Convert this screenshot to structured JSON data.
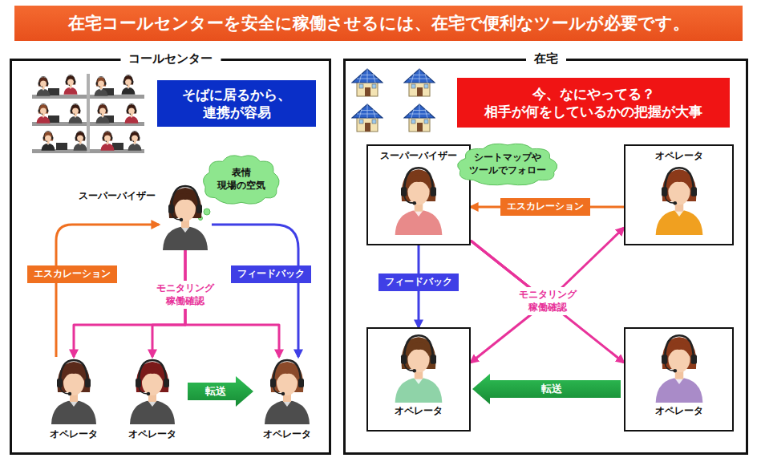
{
  "diagram": {
    "title": "在宅コールセンターを安全に稼働させるには、在宅で便利なツールが必要です。",
    "nodes": [
      {
        "text": [
          "コールセンター"
        ]
      },
      {
        "text": [
          "そばに居るから、 連携が容易"
        ],
        "in": 0
      },
      {
        "text": [
          "表情 現場の空気"
        ],
        "in": 0
      },
      {
        "text": [
          "スーパーバイザー"
        ],
        "in": 0
      },
      {
        "text": [
          "オペレータ"
        ],
        "in": 0
      },
      {
        "text": [
          "オペレータ"
        ],
        "in": 0
      },
      {
        "text": [
          "オペレータ"
        ],
        "in": 0
      },
      {
        "text": [
          "在宅"
        ]
      },
      {
        "text": [
          "今、なにやってる？ 相手が何をしているかの把握が大事"
        ],
        "in": 7
      },
      {
        "text": [
          "スーパーバイザー"
        ],
        "in": 7
      },
      {
        "text": [
          "シートマップや ツールでフォロー"
        ],
        "in": 7
      },
      {
        "text": [
          "オペレータ"
        ],
        "in": 7
      },
      {
        "text": [
          "オペレータ"
        ],
        "in": 7
      },
      {
        "text": [
          "オペレータ"
        ],
        "in": 7
      }
    ],
    "edges": [
      {
        "from": 4,
        "to": 3,
        "arrow": "to",
        "label": "エスカレーション"
      },
      {
        "from": 3,
        "to": 6,
        "arrow": "to",
        "label": "フィードバック"
      },
      {
        "from": 3,
        "to": 4,
        "arrow": "to"
      },
      {
        "from": 3,
        "to": 5,
        "arrow": "to",
        "label": "モニタリング 稼働確認"
      },
      {
        "from": 3,
        "to": 6,
        "arrow": "to"
      },
      {
        "from": 5,
        "to": 6,
        "arrow": "to",
        "label": "転送"
      },
      {
        "from": 11,
        "to": 9,
        "arrow": "to",
        "label": "エスカレーション"
      },
      {
        "from": 9,
        "to": 12,
        "arrow": "to",
        "label": "フィードバック"
      },
      {
        "from": 9,
        "to": 11,
        "arrow": "to"
      },
      {
        "from": 9,
        "to": 12,
        "arrow": "to",
        "label": "モニタリング 稼働確認"
      },
      {
        "from": 9,
        "to": 13,
        "arrow": "to"
      },
      {
        "from": 13,
        "to": 12,
        "arrow": "to",
        "label": "転送"
      }
    ]
  }
}
